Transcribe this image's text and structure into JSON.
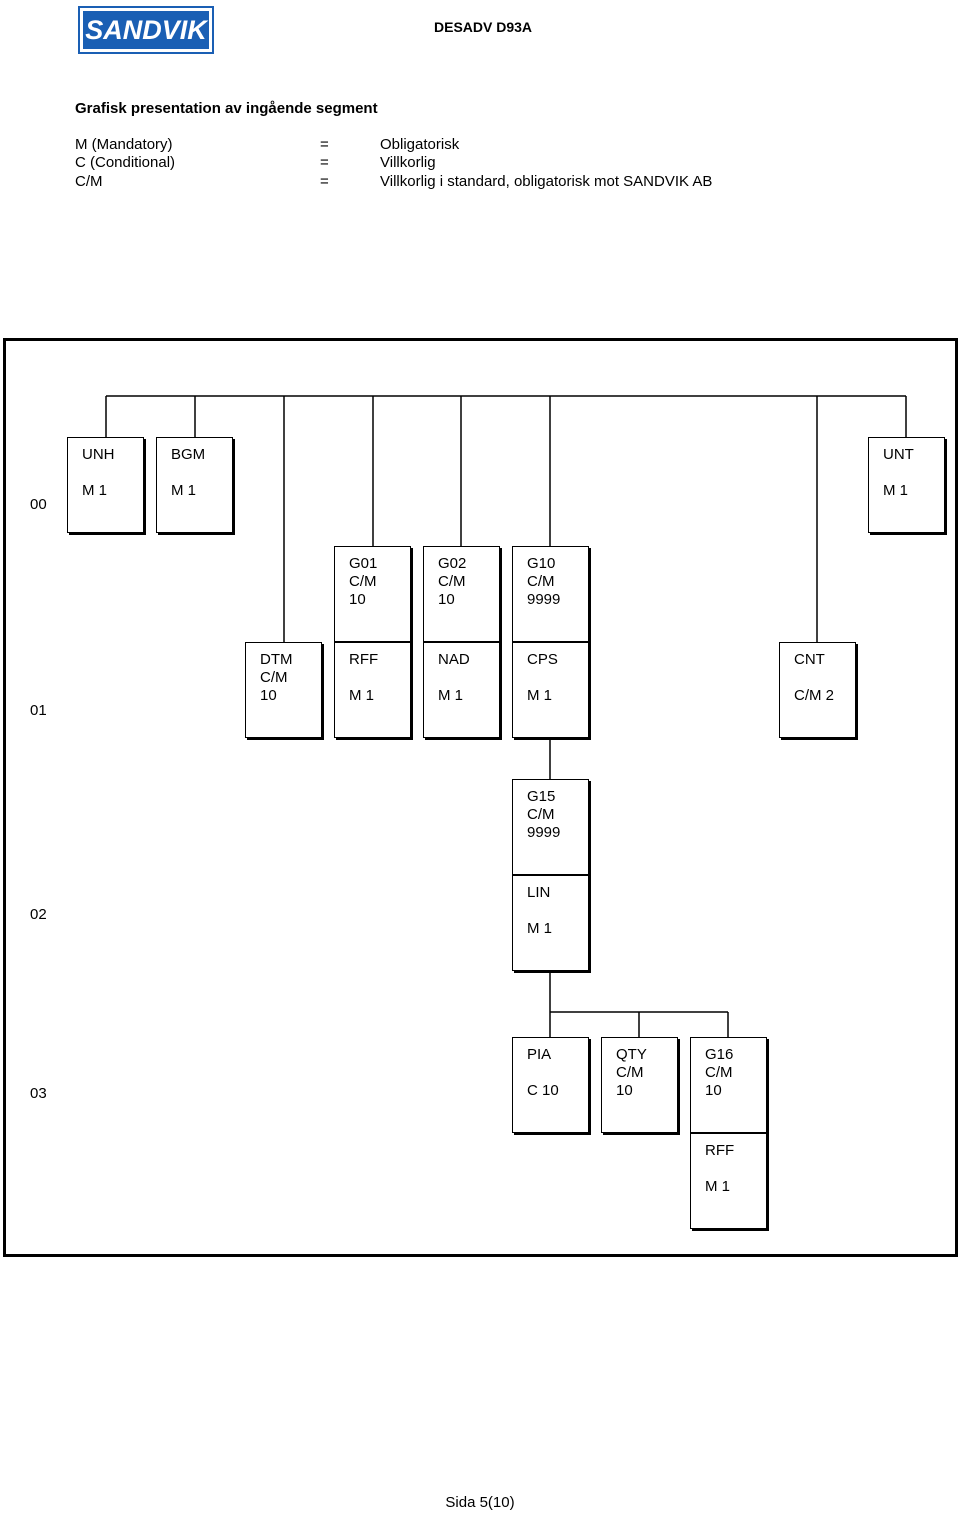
{
  "header": {
    "logo_text": "SANDVIK",
    "doc_title": "DESADV D93A"
  },
  "section_title": "Grafisk presentation av ingående segment",
  "legend": [
    {
      "code": "M (Mandatory)",
      "eq": "=",
      "meaning": "Obligatorisk"
    },
    {
      "code": "C (Conditional)",
      "eq": "=",
      "meaning": "Villkorlig"
    },
    {
      "code": "C/M",
      "eq": "=",
      "meaning": "Villkorlig i standard, obligatorisk mot SANDVIK AB"
    }
  ],
  "levels": [
    "00",
    "01",
    "02",
    "03"
  ],
  "nodes": {
    "unh": {
      "name": "UNH",
      "status": "M 1"
    },
    "bgm": {
      "name": "BGM",
      "status": "M 1"
    },
    "unt": {
      "name": "UNT",
      "status": "M 1"
    },
    "g01": {
      "name": "G01",
      "status": "C/M",
      "repeat": "10"
    },
    "g02": {
      "name": "G02",
      "status": "C/M",
      "repeat": "10"
    },
    "g10": {
      "name": "G10",
      "status": "C/M",
      "repeat": "9999"
    },
    "dtm": {
      "name": "DTM",
      "status": "C/M",
      "repeat": "10"
    },
    "rff": {
      "name": "RFF",
      "status": "M 1"
    },
    "nad": {
      "name": "NAD",
      "status": "M 1"
    },
    "cps": {
      "name": "CPS",
      "status": "M 1"
    },
    "cnt": {
      "name": "CNT",
      "status": "C/M 2"
    },
    "g15": {
      "name": "G15",
      "status": "C/M",
      "repeat": "9999"
    },
    "lin": {
      "name": "LIN",
      "status": "M 1"
    },
    "pia": {
      "name": "PIA",
      "status": "C 10"
    },
    "qty": {
      "name": "QTY",
      "status": "C/M",
      "repeat": "10"
    },
    "g16": {
      "name": "G16",
      "status": "C/M",
      "repeat": "10"
    },
    "rff2": {
      "name": "RFF",
      "status": "M 1"
    }
  },
  "footer": "Sida 5(10)"
}
